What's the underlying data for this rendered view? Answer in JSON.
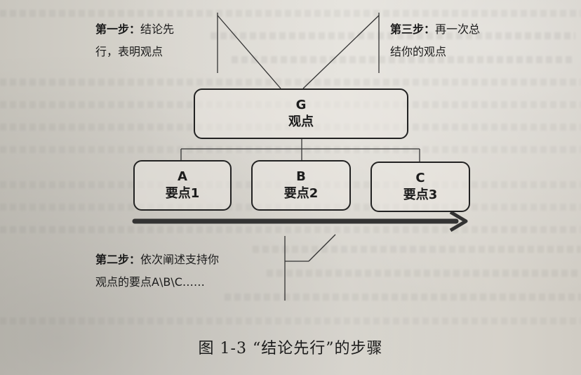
{
  "step1": {
    "label": "第一步：",
    "text1": "结论先",
    "text2": "行，表明观点"
  },
  "step3": {
    "label": "第三步：",
    "text1": "再一次总",
    "text2": "结你的观点"
  },
  "step2": {
    "label": "第二步：",
    "text1": "依次阐述支持你",
    "text2": "观点的要点A\\B\\C……"
  },
  "top_node": {
    "key": "G",
    "label": "观点"
  },
  "child_nodes": [
    {
      "key": "A",
      "label": "要点1"
    },
    {
      "key": "B",
      "label": "要点2"
    },
    {
      "key": "C",
      "label": "要点3"
    }
  ],
  "caption": "图 1-3 “结论先行”的步骤"
}
